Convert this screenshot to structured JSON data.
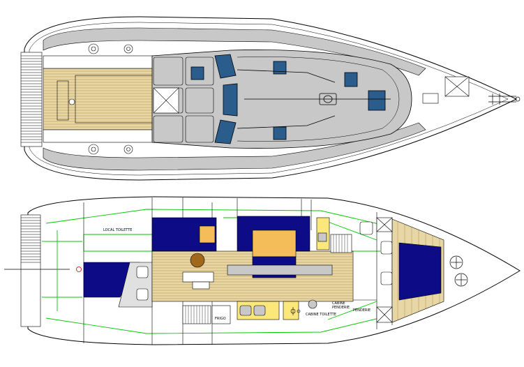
{
  "colors": {
    "hull_outline": "#000000",
    "deck_grey": "#c8c8c8",
    "teak": "#e8d7a6",
    "teak_line": "#b08a3a",
    "cushion_blue": "#0d0b86",
    "hatch_blue": "#2a5c8c",
    "galley_yellow": "#fbe77a",
    "table_orange": "#f5bd5a",
    "furniture_green": "#00c800",
    "mast_brown": "#a06818"
  },
  "labels": {
    "label_1": "LOCAL TOILETTE",
    "label_2": "FRIGO",
    "label_3": "CABINE",
    "label_4": "PENDERIE",
    "label_5": "PENDERIE",
    "label_6": "CABINE TOILETTE"
  }
}
